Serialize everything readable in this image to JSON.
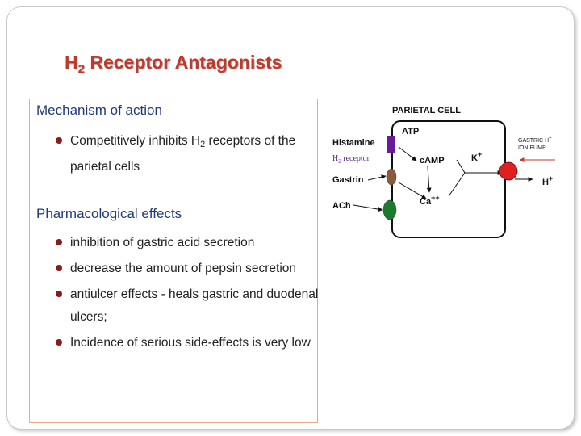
{
  "slide": {
    "title_main": "H",
    "title_sub": "2",
    "title_rest": " Receptor Antagonists"
  },
  "mechanism": {
    "heading": "Mechanism of action",
    "bullets": [
      {
        "pre": "Competitively inhibits H",
        "sub": "2",
        "post": " receptors of the parietal cells"
      }
    ]
  },
  "effects": {
    "heading": "Pharmacological effects",
    "bullets": [
      "inhibition of gastric acid secretion",
      "decrease the amount of pepsin secretion",
      "antiulcer effects - heals gastric and duodenal ulcers;",
      "Incidence of serious side-effects is very low"
    ]
  },
  "diagram": {
    "cell_title": "PARIETAL CELL",
    "histamine": "Histamine",
    "h2_receptor": "H",
    "h2_receptor_sub": "2",
    "h2_receptor_rest": " receptor",
    "gastrin": "Gastrin",
    "ach": "ACh",
    "atp": "ATP",
    "camp": "cAMP",
    "ca": "Ca",
    "ca_sup": "++",
    "k": "K",
    "k_sup": "+",
    "h": "H",
    "h_sup": "+",
    "pump_line1": "GASTRIC H",
    "pump_line1_sup": "+",
    "pump_line2": "ION PUMP"
  },
  "colors": {
    "title": "#c0392b",
    "heading": "#1f3b7a",
    "bullet": "#8b1a1a",
    "box_border": "#e8a98a",
    "histamine_receptor": "#6a1b9a",
    "gastrin_receptor": "#8b5a3c",
    "ach_receptor": "#1b7a2e",
    "ion_pump": "#e02020"
  }
}
